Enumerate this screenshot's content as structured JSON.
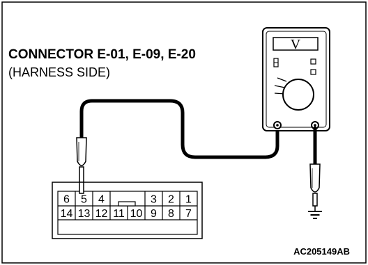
{
  "diagram": {
    "title": "CONNECTOR E-01, E-09, E-20",
    "subtitle": "(HARNESS SIDE)",
    "figure_id": "AC205149AB",
    "meter_mode": "V",
    "connector": {
      "top_row": [
        "6",
        "5",
        "4",
        "3",
        "2",
        "1"
      ],
      "bottom_row": [
        "14",
        "13",
        "12",
        "11",
        "10",
        "9",
        "8",
        "7"
      ],
      "probed_pin": "5"
    },
    "icons": {
      "meter": "voltmeter-icon",
      "ground": "ground-symbol-icon",
      "probe": "test-probe-icon"
    }
  }
}
